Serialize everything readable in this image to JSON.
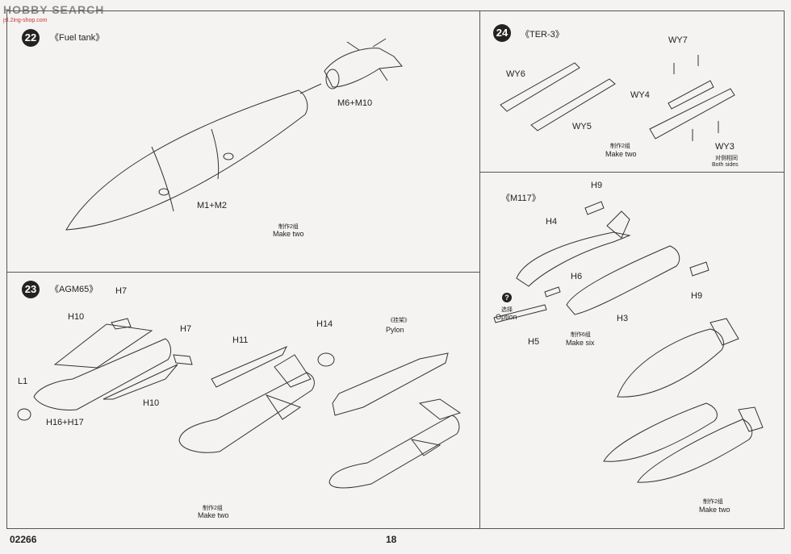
{
  "watermark": {
    "brand": "HOBBY SEARCH",
    "site": "jsl.2ing-shop.com"
  },
  "steps": {
    "s22": {
      "num": "22",
      "title": "《Fuel tank》",
      "parts": [
        "M6+M10",
        "M1+M2"
      ],
      "make_cn": "制作2组",
      "make_en": "Make two"
    },
    "s23": {
      "num": "23",
      "title": "《AGM65》",
      "parts": [
        "H7",
        "H10",
        "H7",
        "L1",
        "H16+H17",
        "H10",
        "H11",
        "H14",
        "《挂架》",
        "Pylon"
      ],
      "make_cn": "制作2组",
      "make_en": "Make two"
    },
    "s24": {
      "num": "24",
      "title": "《TER-3》",
      "parts": [
        "WY6",
        "WY5",
        "WY7",
        "WY4",
        "WY3"
      ],
      "make_cn": "制作2组",
      "make_en": "Make two",
      "both_cn": "对侧相同",
      "both_en": "Both sides"
    },
    "m117": {
      "title": "《M117》",
      "parts": [
        "H9",
        "H4",
        "H6",
        "H9",
        "H3",
        "H5"
      ],
      "option_cn": "选择",
      "option_en": "Option",
      "make_cn": "制作6组",
      "make_en": "Make six",
      "make2_cn": "制作2组",
      "make2_en": "Make two"
    }
  },
  "footer": {
    "code": "02266",
    "page": "18"
  }
}
